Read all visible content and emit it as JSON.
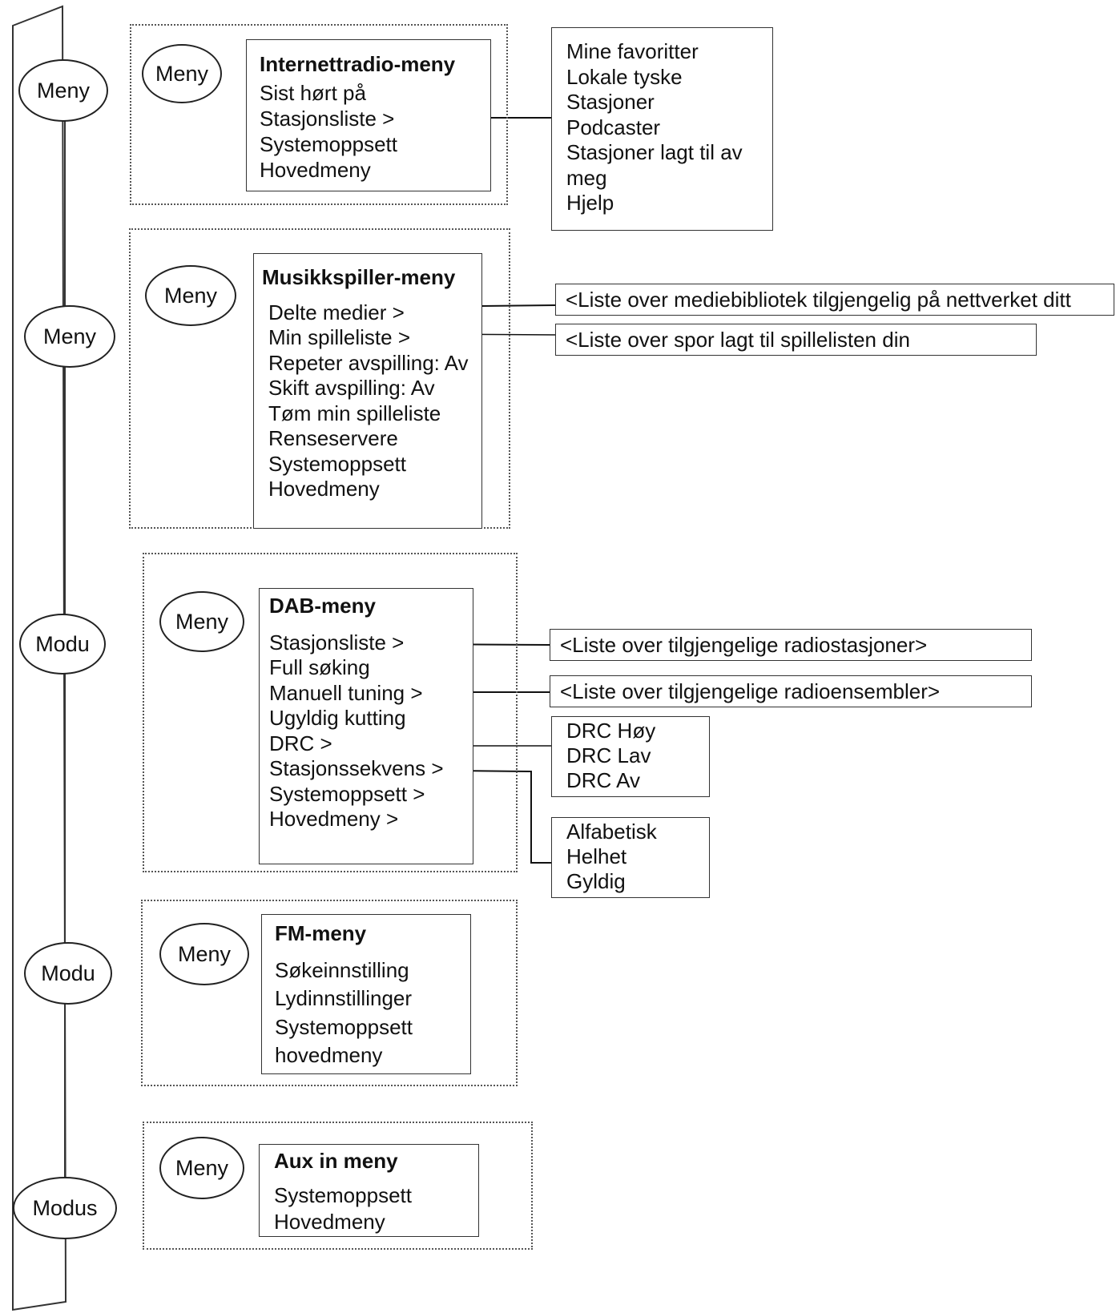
{
  "left_bar": {
    "ovals": [
      "Meny",
      "Meny",
      "Modu",
      "Modu",
      "Modus"
    ]
  },
  "internet_radio": {
    "button": "Meny",
    "title": "Internettradio-meny",
    "items": [
      "Sist hørt på",
      "Stasjonsliste >",
      "Systemoppsett",
      "Hovedmeny"
    ],
    "submenu": [
      "Mine favoritter",
      "Lokale tyske",
      "Stasjoner",
      "Podcaster",
      "Stasjoner lagt til av meg",
      "Hjelp"
    ]
  },
  "music_player": {
    "button": "Meny",
    "title": "Musikkspiller-meny",
    "items": [
      "Delte medier >",
      "Min spilleliste >",
      "Repeter avspilling: Av",
      "Skift avspilling: Av",
      "Tøm min spilleliste",
      "Renseservere",
      "Systemoppsett",
      "Hovedmeny"
    ],
    "shared_media_sub": "<Liste over mediebibliotek tilgjengelig på nettverket ditt",
    "playlist_sub": "<Liste over spor lagt til spillelisten din"
  },
  "dab": {
    "button": "Meny",
    "title": "DAB-meny",
    "items": [
      "Stasjonsliste >",
      "Full søking",
      "Manuell tuning >",
      "Ugyldig kutting",
      "DRC >",
      "Stasjonssekvens >",
      "Systemoppsett >",
      "Hovedmeny >"
    ],
    "station_list_sub": "<Liste over tilgjengelige radiostasjoner>",
    "manual_tuning_sub": "<Liste over tilgjengelige radioensembler>",
    "drc_sub": [
      "DRC Høy",
      "DRC Lav",
      "DRC Av"
    ],
    "sequence_sub": [
      "Alfabetisk",
      "Helhet",
      "Gyldig"
    ]
  },
  "fm": {
    "button": "Meny",
    "title": "FM-meny",
    "items": [
      "Søkeinnstilling",
      "Lydinnstillinger",
      "Systemoppsett",
      "hovedmeny"
    ]
  },
  "aux": {
    "button": "Meny",
    "title": "Aux in meny",
    "items": [
      "Systemoppsett",
      "Hovedmeny"
    ]
  }
}
